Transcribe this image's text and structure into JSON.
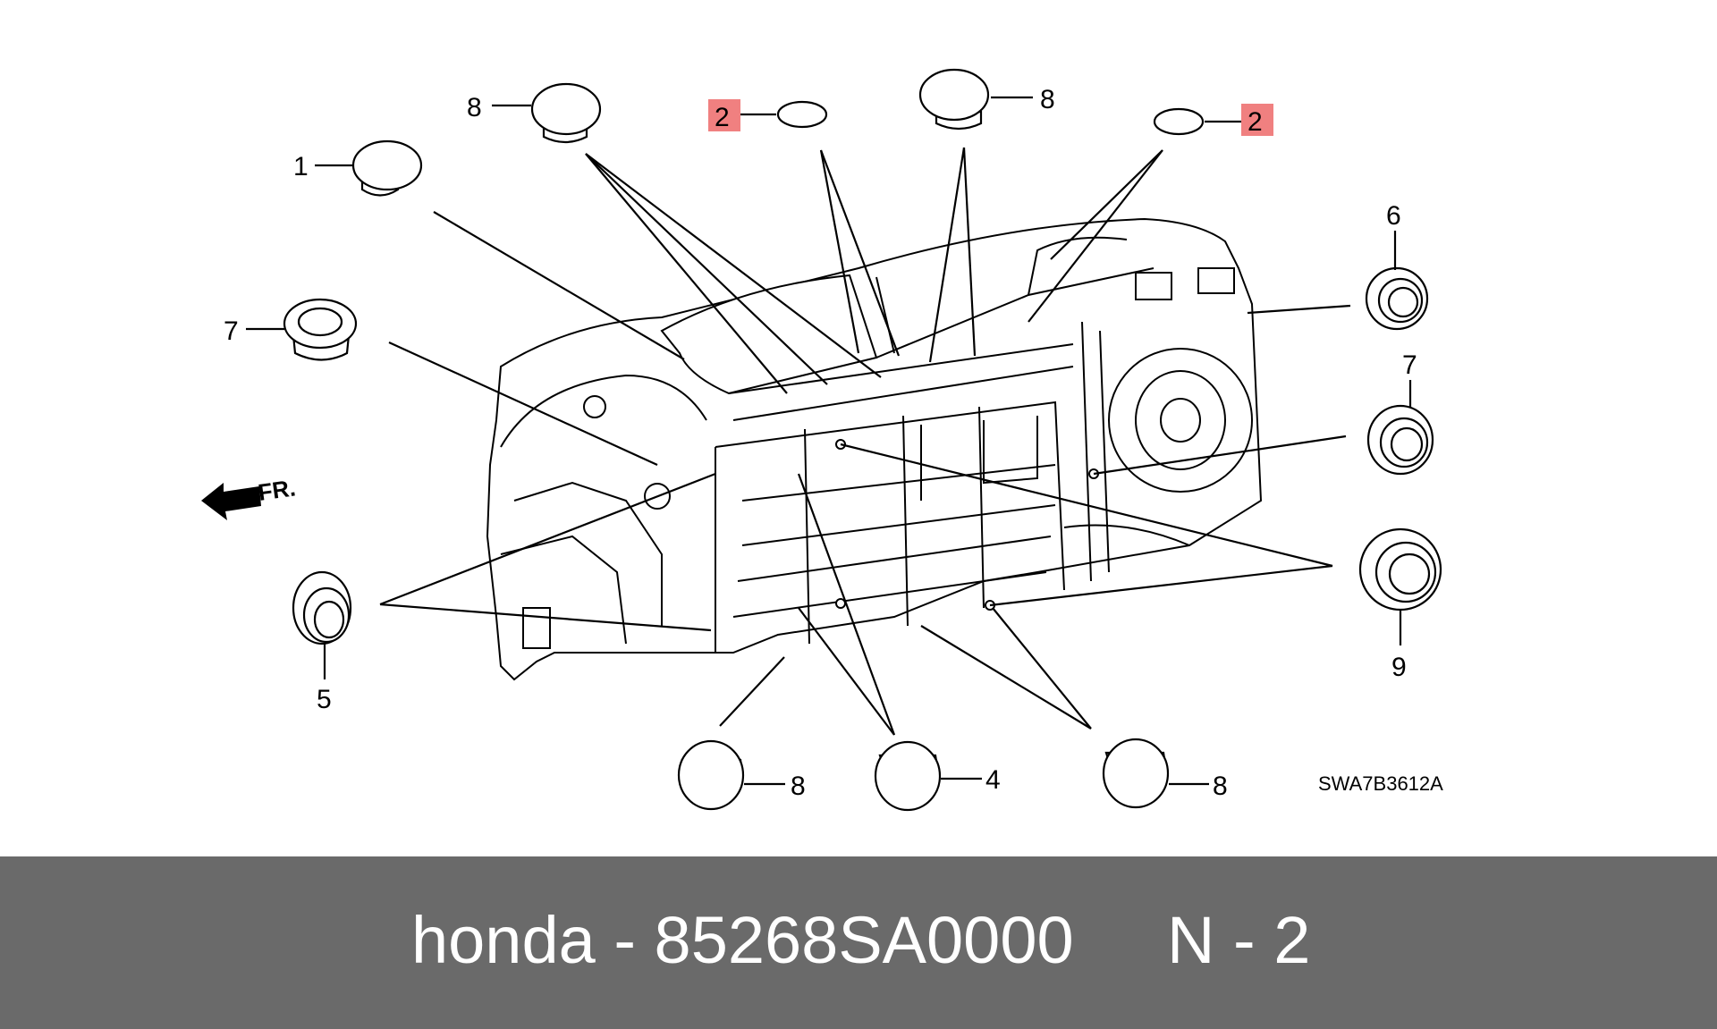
{
  "diagram": {
    "callouts": [
      {
        "id": "c1",
        "number": "1",
        "highlighted": false
      },
      {
        "id": "c2a",
        "number": "2",
        "highlighted": true
      },
      {
        "id": "c2b",
        "number": "2",
        "highlighted": true
      },
      {
        "id": "c4",
        "number": "4",
        "highlighted": false
      },
      {
        "id": "c5",
        "number": "5",
        "highlighted": false
      },
      {
        "id": "c6",
        "number": "6",
        "highlighted": false
      },
      {
        "id": "c7a",
        "number": "7",
        "highlighted": false
      },
      {
        "id": "c7b",
        "number": "7",
        "highlighted": false
      },
      {
        "id": "c8a",
        "number": "8",
        "highlighted": false
      },
      {
        "id": "c8b",
        "number": "8",
        "highlighted": false
      },
      {
        "id": "c8c",
        "number": "8",
        "highlighted": false
      },
      {
        "id": "c8d",
        "number": "8",
        "highlighted": false
      },
      {
        "id": "c9",
        "number": "9",
        "highlighted": false
      }
    ],
    "direction_label": "FR.",
    "diagram_code": "SWA7B3612A",
    "highlight_color": "#f08080"
  },
  "footer": {
    "left_text": "honda - 85268SA0000",
    "right_text": "N - 2",
    "bar_color": "#6a6a6a",
    "text_color": "#ffffff"
  }
}
